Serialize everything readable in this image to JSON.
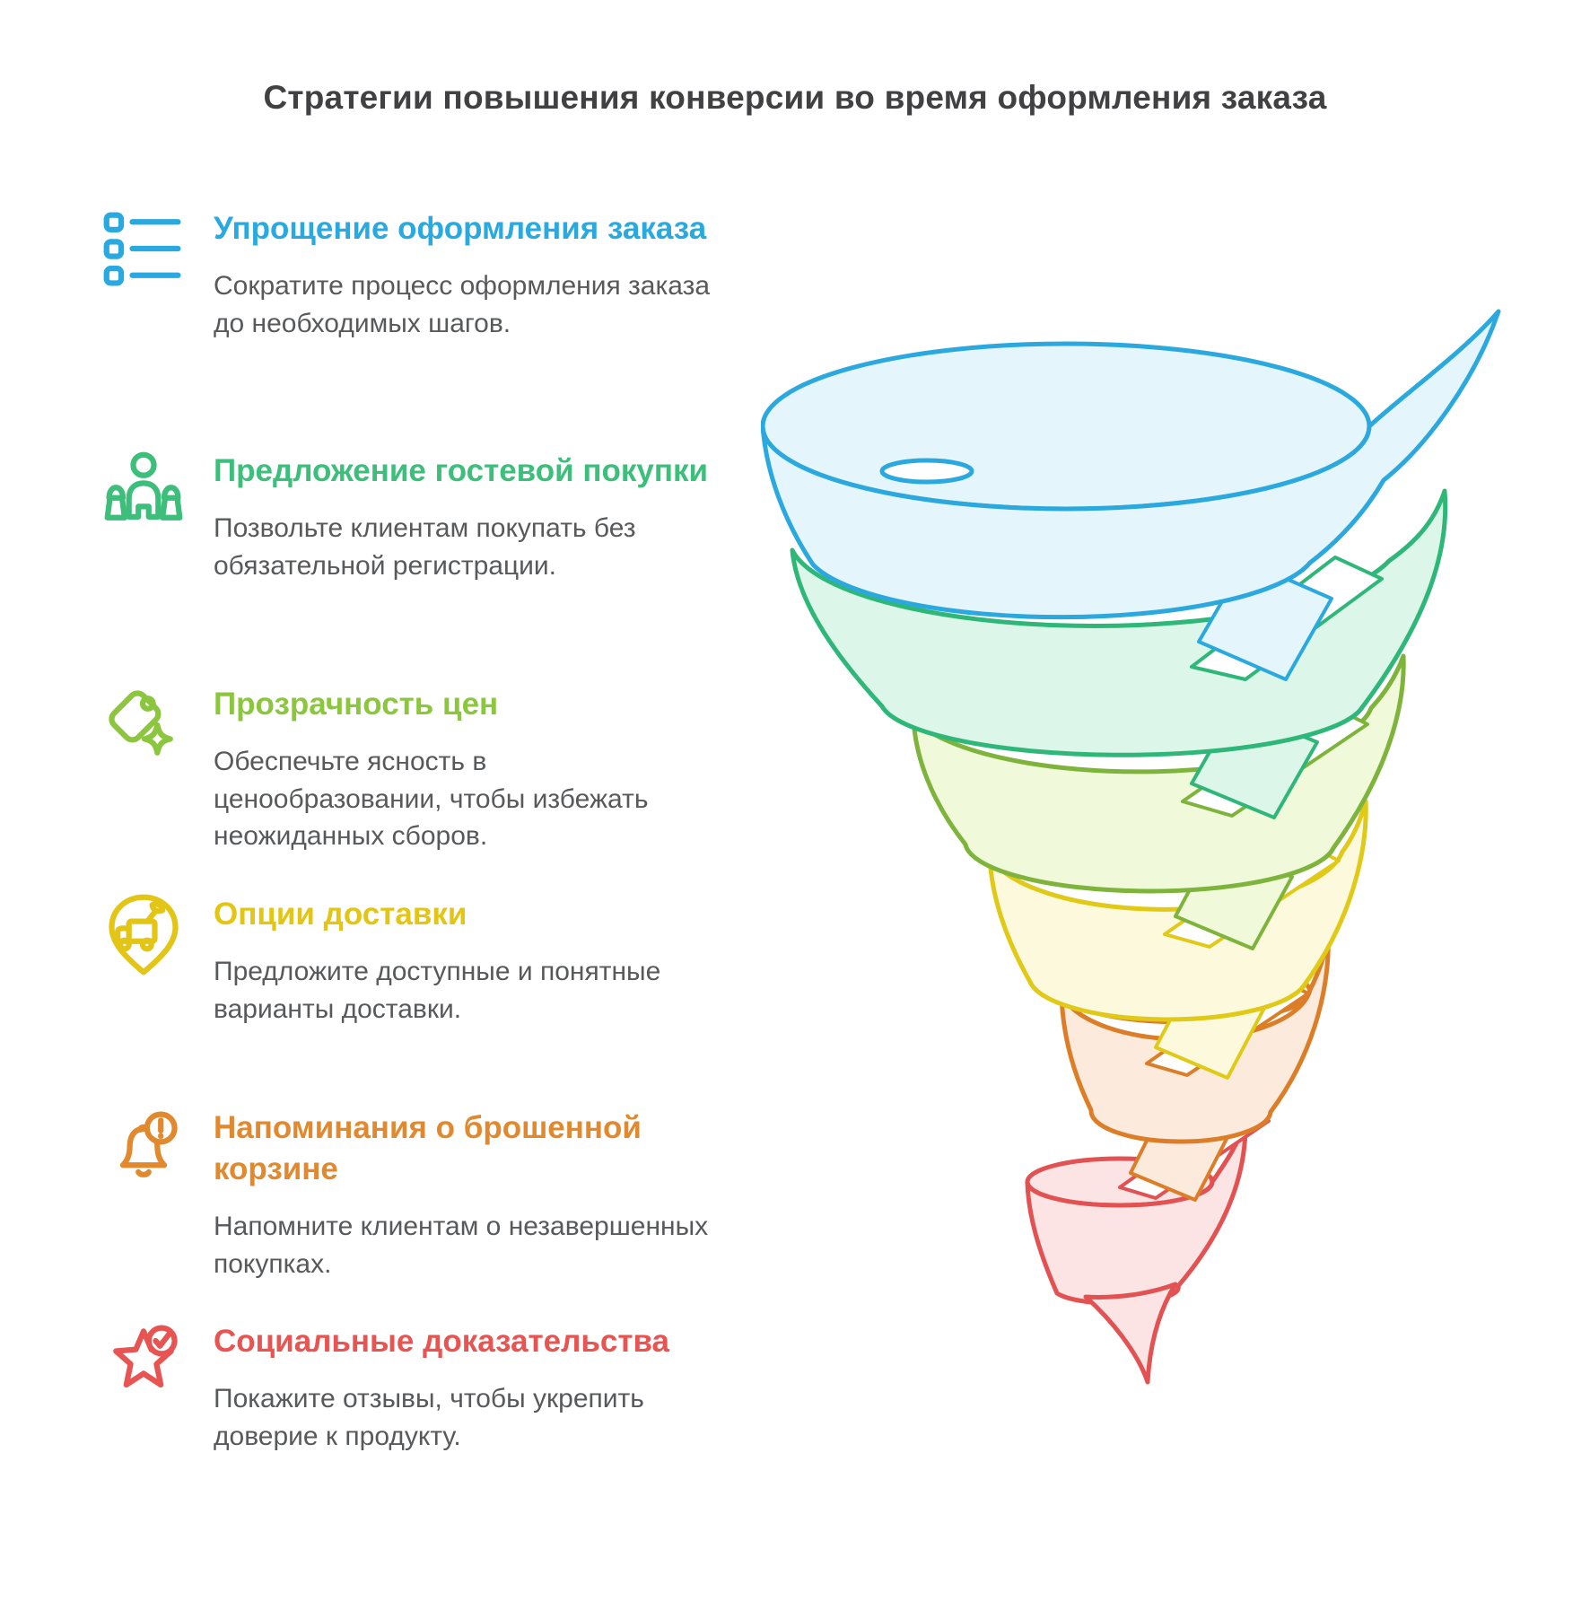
{
  "title": "Стратегии повышения конверсии во время оформления заказа",
  "items": [
    {
      "icon": "checklist-icon",
      "heading": "Упрощение оформления заказа",
      "description": "Сократите процесс оформления заказа до необходимых шагов.",
      "color": "#29A9E0"
    },
    {
      "icon": "guest-user-icon",
      "heading": "Предложение гостевой покупки",
      "description": "Позвольте клиентам покупать без обязательной регистрации.",
      "color": "#3DBE7B"
    },
    {
      "icon": "price-tag-icon",
      "heading": "Прозрачность цен",
      "description": "Обеспечьте ясность в ценообразовании, чтобы избежать неожиданных сборов.",
      "color": "#8CC63F"
    },
    {
      "icon": "delivery-pin-icon",
      "heading": "Опции доставки",
      "description": "Предложите доступные и понятные варианты доставки.",
      "color": "#E3C515"
    },
    {
      "icon": "cart-reminder-bell-icon",
      "heading": "Напоминания о брошенной корзине",
      "description": "Напомните клиентам о незавершенных покупках.",
      "color": "#E0892E"
    },
    {
      "icon": "social-proof-star-icon",
      "heading": "Социальные доказательства",
      "description": "Покажите отзывы, чтобы укрепить доверие к продукту.",
      "color": "#E85451"
    }
  ],
  "funnel": {
    "description": "spiral-funnel-6-stages",
    "stages": [
      {
        "name": "stage-1-blue",
        "fill": "#E4F5FC",
        "stroke": "#2BA9DE"
      },
      {
        "name": "stage-2-green",
        "fill": "#DCF6E9",
        "stroke": "#2FB779"
      },
      {
        "name": "stage-3-lime",
        "fill": "#F0F9D9",
        "stroke": "#7EB43B"
      },
      {
        "name": "stage-4-yellow",
        "fill": "#FCF9DC",
        "stroke": "#E0C917"
      },
      {
        "name": "stage-5-orange",
        "fill": "#FCEBDC",
        "stroke": "#DC7E28"
      },
      {
        "name": "stage-6-red",
        "fill": "#FCE4E4",
        "stroke": "#E35252"
      }
    ]
  }
}
